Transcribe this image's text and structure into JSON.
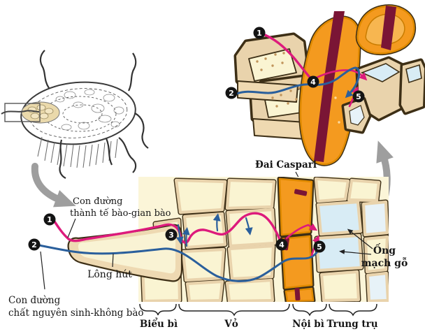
{
  "figure": {
    "description": "Water and ion absorption pathways through a plant root",
    "labels": {
      "apoplast_l1": "Con đường",
      "apoplast_l2": "thành tế bào-gian bào",
      "symplast_l1": "Con đường",
      "symplast_l2": "chất nguyên sinh-không bào",
      "root_hair": "Lông hút",
      "casparian_strip": "Đai Caspari",
      "xylem_l1": "Ống",
      "xylem_l2": "mạch gỗ",
      "zone_epidermis": "Biểu bì",
      "zone_cortex": "Vỏ",
      "zone_endodermis": "Nội bì",
      "zone_stele": "Trung trụ"
    },
    "markers": {
      "m1": "1",
      "m2": "2",
      "m3": "3",
      "m4": "4",
      "m5": "5"
    },
    "colors": {
      "pathway_pink": "#dd1a7c",
      "pathway_blue": "#2a5f9c",
      "endodermis_orange": "#f49a1f",
      "casparian_maroon": "#7a1535",
      "xylem_fill_blue": "#d8ecf5",
      "cell_wall_beige": "#e9d3ac",
      "cell_lumen_cream": "#faf4d2",
      "arrow_gray": "#9e9e9e",
      "marker_black": "#141414"
    }
  }
}
